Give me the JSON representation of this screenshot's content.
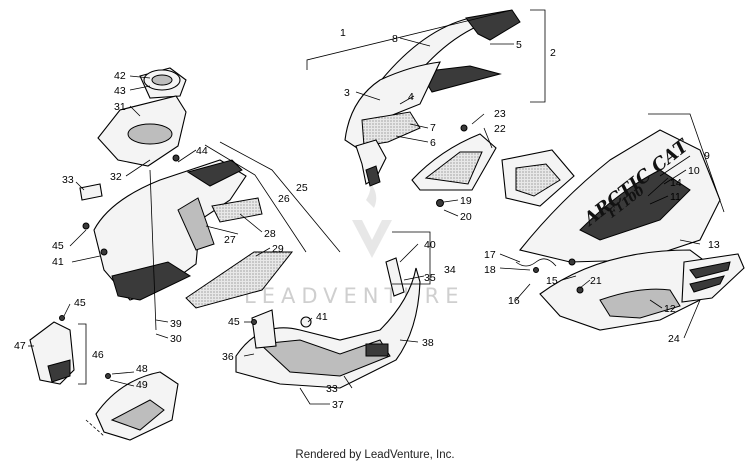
{
  "diagram": {
    "callouts": [
      {
        "id": "c1",
        "text": "1"
      },
      {
        "id": "c2",
        "text": "2"
      },
      {
        "id": "c3",
        "text": "3"
      },
      {
        "id": "c4",
        "text": "4"
      },
      {
        "id": "c5",
        "text": "5"
      },
      {
        "id": "c6",
        "text": "6"
      },
      {
        "id": "c7",
        "text": "7"
      },
      {
        "id": "c8",
        "text": "8"
      },
      {
        "id": "c9",
        "text": "9"
      },
      {
        "id": "c10",
        "text": "10"
      },
      {
        "id": "c11",
        "text": "11"
      },
      {
        "id": "c12",
        "text": "12"
      },
      {
        "id": "c13",
        "text": "13"
      },
      {
        "id": "c14",
        "text": "14"
      },
      {
        "id": "c15",
        "text": "15"
      },
      {
        "id": "c16",
        "text": "16"
      },
      {
        "id": "c17",
        "text": "17"
      },
      {
        "id": "c18",
        "text": "18"
      },
      {
        "id": "c19",
        "text": "19"
      },
      {
        "id": "c20",
        "text": "20"
      },
      {
        "id": "c21",
        "text": "21"
      },
      {
        "id": "c22",
        "text": "22"
      },
      {
        "id": "c23",
        "text": "23"
      },
      {
        "id": "c24",
        "text": "24"
      },
      {
        "id": "c25",
        "text": "25"
      },
      {
        "id": "c26",
        "text": "26"
      },
      {
        "id": "c27",
        "text": "27"
      },
      {
        "id": "c28",
        "text": "28"
      },
      {
        "id": "c29",
        "text": "29"
      },
      {
        "id": "c30",
        "text": "30"
      },
      {
        "id": "c31",
        "text": "31"
      },
      {
        "id": "c32",
        "text": "32"
      },
      {
        "id": "c33",
        "text": "33"
      },
      {
        "id": "c33b",
        "text": "33"
      },
      {
        "id": "c34",
        "text": "34"
      },
      {
        "id": "c35",
        "text": "35"
      },
      {
        "id": "c36",
        "text": "36"
      },
      {
        "id": "c37",
        "text": "37"
      },
      {
        "id": "c38",
        "text": "38"
      },
      {
        "id": "c39",
        "text": "39"
      },
      {
        "id": "c40",
        "text": "40"
      },
      {
        "id": "c41",
        "text": "41"
      },
      {
        "id": "c41b",
        "text": "41"
      },
      {
        "id": "c42",
        "text": "42"
      },
      {
        "id": "c43",
        "text": "43"
      },
      {
        "id": "c44",
        "text": "44"
      },
      {
        "id": "c45",
        "text": "45"
      },
      {
        "id": "c45b",
        "text": "45"
      },
      {
        "id": "c45c",
        "text": "45"
      },
      {
        "id": "c46",
        "text": "46"
      },
      {
        "id": "c47",
        "text": "47"
      },
      {
        "id": "c48",
        "text": "48"
      },
      {
        "id": "c49",
        "text": "49"
      }
    ],
    "decal_text": "ARCTIC CAT",
    "decal_model": "F1100",
    "watermark": "LEADVENTURE"
  },
  "footer": "Rendered by LeadVenture, Inc."
}
